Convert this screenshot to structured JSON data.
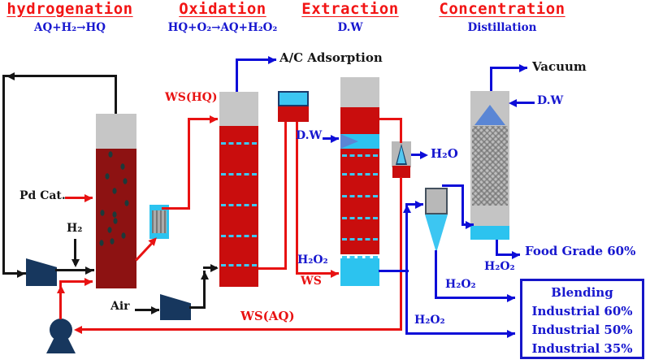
{
  "sections": [
    {
      "title": "hydrogenation",
      "formula": "AQ+H₂→HQ"
    },
    {
      "title": "Oxidation",
      "formula": "HQ+O₂→AQ+H₂O₂"
    },
    {
      "title": "Extraction",
      "formula": "D.W"
    },
    {
      "title": "Concentration",
      "formula": "Distillation"
    }
  ],
  "labels": {
    "ac_adsorption": "A/C Adsorption",
    "vacuum": "Vacuum",
    "ws_hq": "WS(HQ)",
    "pd_cat": "Pd Cat.",
    "h2": "H₂",
    "air": "Air",
    "dw_extraction": "D.W",
    "dw_concentration": "D.W",
    "h2o": "H₂O",
    "h2o2_to_extraction": "H₂O₂",
    "ws_to_extraction": "WS",
    "ws_aq": "WS(AQ)",
    "h2o2_food": "H₂O₂",
    "food_grade": "Food Grade 60%",
    "h2o2_industrial_mid": "H₂O₂",
    "h2o2_industrial_bottom": "H₂O₂"
  },
  "blending": {
    "title": "Blending",
    "items": [
      "Industrial 60%",
      "Industrial 50%",
      "Industrial 35%"
    ]
  },
  "colors": {
    "header_red": "#f21414",
    "line_red": "#e81212",
    "line_blue": "#0d0dd8",
    "line_black": "#151515",
    "text_blue": "#1717cf",
    "column_dark_red": "#8d1212",
    "column_red": "#c90d0d",
    "column_gray": "#c6c6c6",
    "cyan": "#2cc3ef",
    "cornflower": "#5a86d5",
    "navy": "#17375e"
  }
}
